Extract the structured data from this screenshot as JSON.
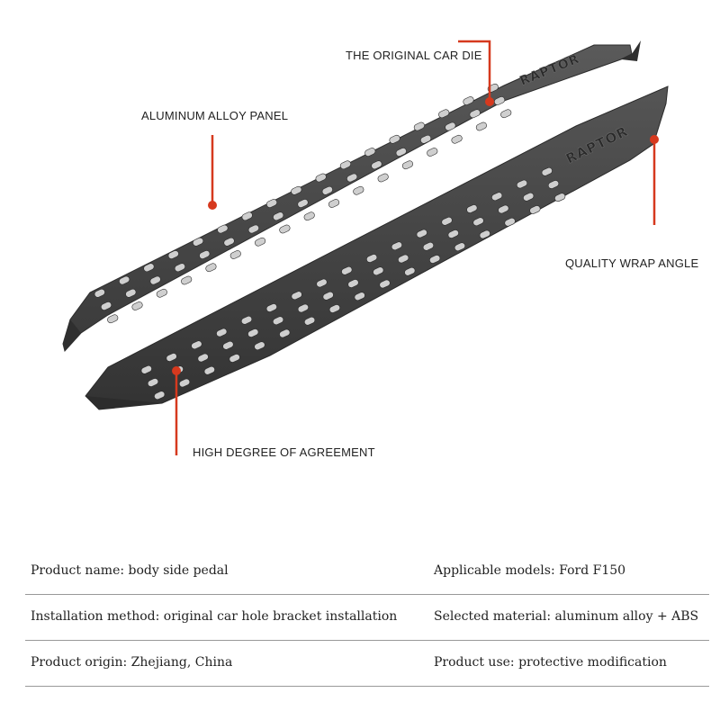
{
  "callouts": {
    "original_car_die": "THE ORIGINAL CAR DIE",
    "aluminum_alloy_panel": "ALUMINUM ALLOY PANEL",
    "quality_wrap_angle": "QUALITY WRAP ANGLE",
    "high_degree_agreement": "HIGH DEGREE OF AGREEMENT"
  },
  "brand_emboss": "RAPTOR",
  "accent_color": "#d6391e",
  "pedal_color": "#4a4a4a",
  "specs": {
    "rows": [
      {
        "left": "Product name: body side pedal",
        "right": "Applicable models: Ford F150"
      },
      {
        "left": "Installation method: original car hole bracket installation",
        "right": "Selected material: aluminum alloy + ABS"
      },
      {
        "left": "Product origin: Zhejiang, China",
        "right": "Product use: protective modification"
      }
    ]
  }
}
